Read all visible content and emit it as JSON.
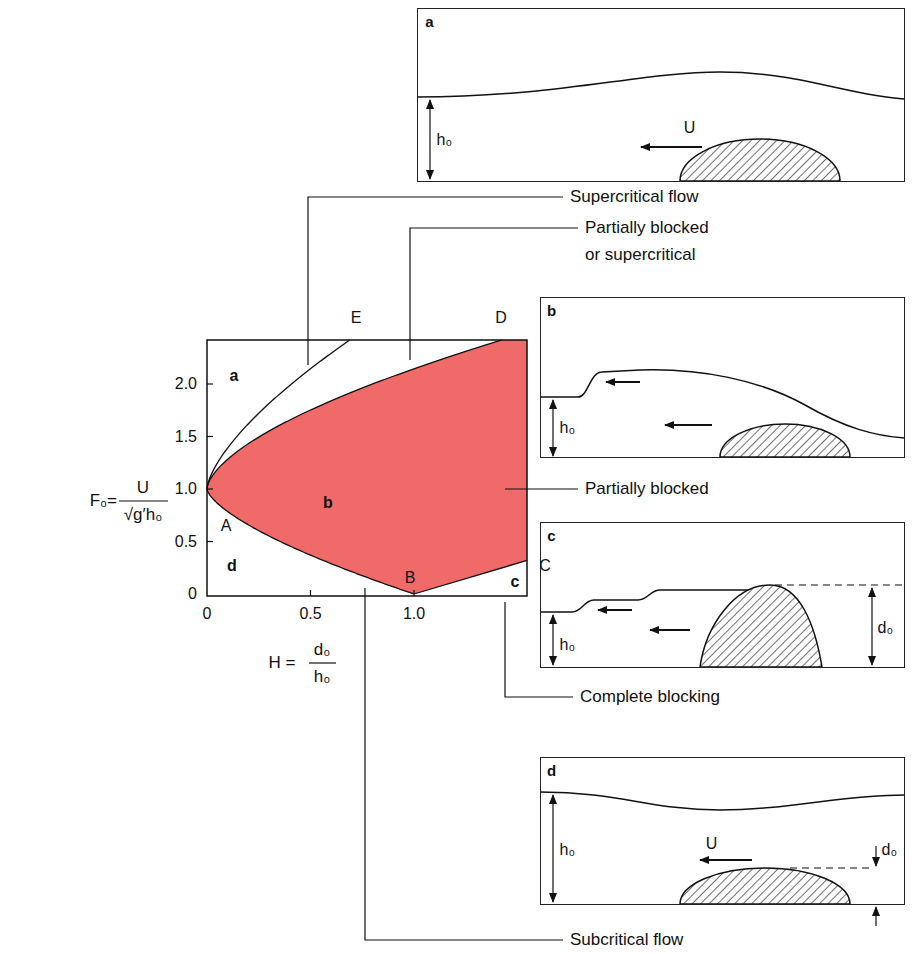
{
  "diagram": {
    "nodes": [
      {
        "text": [
          "a",
          "h₀",
          "U"
        ]
      },
      {
        "text": [
          "b",
          "h₀"
        ]
      },
      {
        "text": [
          "c",
          "h₀",
          "d₀"
        ]
      },
      {
        "text": [
          "d",
          "h₀",
          "U",
          "d₀"
        ]
      }
    ],
    "labels": [
      "Supercritical flow",
      "Partially blocked or supercritical",
      "E",
      "D",
      "2.0",
      "1.5",
      "1.0",
      "0.5",
      "0",
      "a",
      "b",
      "A",
      "F₀=",
      "U",
      "√g′h₀",
      "Partially blocked",
      "d",
      "B",
      "C",
      "c",
      "0",
      "0.5",
      "1.0",
      "H =",
      "d₀",
      "h₀",
      "Complete blocking",
      "Subcritical flow"
    ]
  }
}
